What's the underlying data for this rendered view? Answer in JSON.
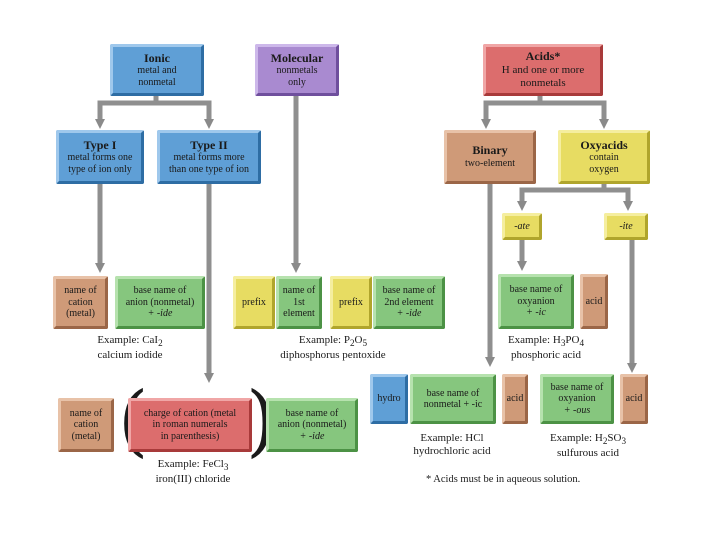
{
  "ionic": {
    "title": "Ionic",
    "sub1": "metal and",
    "sub2": "nonmetal"
  },
  "molecular": {
    "title": "Molecular",
    "sub1": "nonmetals",
    "sub2": "only"
  },
  "acids": {
    "title": "Acids*",
    "sub1": "H and one or more",
    "sub2": "nonmetals"
  },
  "type1": {
    "title": "Type I",
    "sub1": "metal forms one",
    "sub2": "type of ion only"
  },
  "type2": {
    "title": "Type II",
    "sub1": "metal forms more",
    "sub2": "than one type of ion"
  },
  "binary": {
    "title": "Binary",
    "sub1": "two-element"
  },
  "oxyacids": {
    "title": "Oxyacids",
    "sub1": "contain",
    "sub2": "oxygen"
  },
  "ate": "-ate",
  "ite": "-ite",
  "t1_cation": {
    "l1": "name of",
    "l2": "cation",
    "l3": "(metal)"
  },
  "t1_anion": {
    "l1": "base name of",
    "l2": "anion (nonmetal)",
    "l3": "+ -ide"
  },
  "t1_example": {
    "l1": "Example: CaI",
    "sub": "2",
    "l2": "calcium iodide"
  },
  "mol_prefix1": "prefix",
  "mol_first": {
    "l1": "name of",
    "l2": "1st",
    "l3": "element"
  },
  "mol_prefix2": "prefix",
  "mol_second": {
    "l1": "base name of",
    "l2": "2nd element",
    "l3": "+ -ide"
  },
  "mol_example": {
    "l1a": "Example: P",
    "s1": "2",
    "l1b": "O",
    "s2": "5",
    "l2": "diphosphorus pentoxide"
  },
  "ate_oxyanion": {
    "l1": "base name of",
    "l2": "oxyanion",
    "l3": "+ -ic"
  },
  "ate_acid": "acid",
  "ate_example": {
    "l1a": "Example: H",
    "s1": "3",
    "l1b": "PO",
    "s2": "4",
    "l2": "phosphoric acid"
  },
  "t2_cation": {
    "l1": "name of",
    "l2": "cation",
    "l3": "(metal)"
  },
  "t2_charge": {
    "l1": "charge of cation (metal",
    "l2": "in roman numerals",
    "l3": "in parenthesis)"
  },
  "t2_anion": {
    "l1": "base name of",
    "l2": "anion (nonmetal)",
    "l3": "+ -ide"
  },
  "t2_example": {
    "l1": "Example: FeCl",
    "sub": "3",
    "l2": "iron(III) chloride"
  },
  "hydro": "hydro",
  "bin_nonmetal": {
    "l1": "base name of",
    "l2": "nonmetal + -ic"
  },
  "bin_acid": "acid",
  "bin_example": {
    "l1": "Example: HCl",
    "l2": "hydrochloric acid"
  },
  "ite_oxyanion": {
    "l1": "base name of",
    "l2": "oxyanion",
    "l3": "+ -ous"
  },
  "ite_acid": "acid",
  "ite_example": {
    "l1a": "Example: H",
    "s1": "2",
    "l1b": "SO",
    "s2": "3",
    "l2": "sulfurous acid"
  },
  "footnote": "* Acids must be in aqueous solution."
}
